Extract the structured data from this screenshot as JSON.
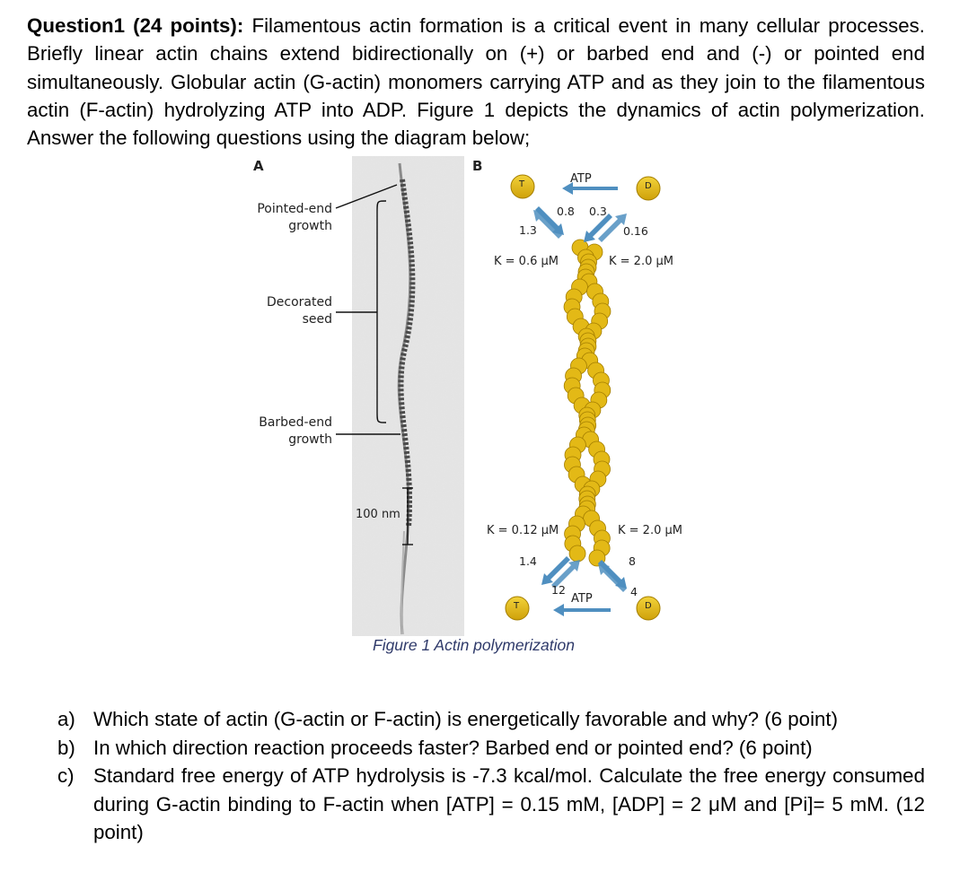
{
  "intro": {
    "heading": "Question1 (24 points):",
    "text": " Filamentous actin formation is a critical event in many cellular processes. Briefly linear actin chains extend bidirectionally on (+) or barbed end and (-) or pointed end simultaneously. Globular actin (G-actin) monomers carrying ATP and as they join to the filamentous actin (F-actin) hydrolyzing ATP into ADP. Figure 1 depicts the dynamics of actin polymerization. Answer the following questions using the diagram below;"
  },
  "figure": {
    "panel_a": "A",
    "panel_b": "B",
    "pointed_growth": "Pointed-end growth",
    "decorated_seed": "Decorated seed",
    "barbed_growth": "Barbed-end growth",
    "scale_bar": "100 nm",
    "top": {
      "atp": "ATP",
      "t_label": "T",
      "d_label": "D",
      "rate_on_t": "1.3",
      "rate_off_t": "0.8",
      "rate_off_d": "0.3",
      "rate_on_d": "0.16",
      "k_t": "K = 0.6 μM",
      "k_d": "K = 2.0 μM"
    },
    "bottom": {
      "atp": "ATP",
      "t_label": "T",
      "d_label": "D",
      "rate_off_t": "1.4",
      "rate_on_t": "12",
      "rate_off_d": "4",
      "rate_on_d": "8",
      "k_t": "K = 0.12 μM",
      "k_d": "K = 2.0 μM"
    },
    "caption": "Figure 1 Actin polymerization"
  },
  "questions": [
    {
      "marker": "a)",
      "text": "Which state of actin (G-actin or F-actin) is energetically favorable and why? (6 point)"
    },
    {
      "marker": "b)",
      "text": "In which direction reaction proceeds faster? Barbed end or pointed end? (6 point)"
    },
    {
      "marker": "c)",
      "text": "Standard free energy of ATP hydrolysis is -7.3 kcal/mol. Calculate the free energy consumed during G-actin binding to F-actin when [ATP] = 0.15 mM, [ADP] = 2 μM and [Pi]= 5 mM. (12 point)"
    }
  ],
  "colors": {
    "arrow": "#4f8fc0",
    "monomer": "#e3b916",
    "monomer_edge": "#a37d00",
    "caption": "#2f3a6a"
  }
}
